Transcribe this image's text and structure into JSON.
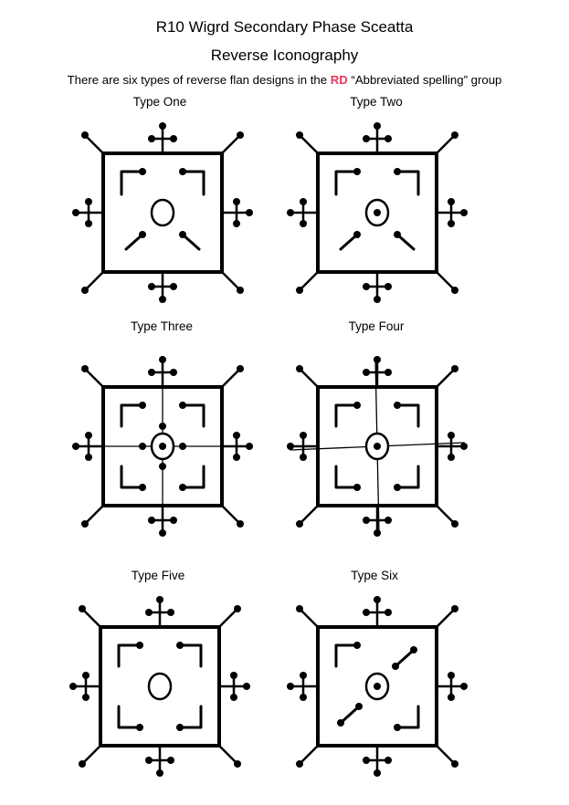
{
  "header": {
    "title": "R10 Wigrd Secondary Phase Sceatta",
    "subtitle": "Reverse Iconography",
    "intro_before": "There are six types of reverse flan designs in the ",
    "intro_highlight": "RD",
    "intro_after": " “Abbreviated spelling” group",
    "highlight_color": "#e8365d"
  },
  "types": [
    {
      "label": "Type One"
    },
    {
      "label": "Type Two"
    },
    {
      "label": "Type Three"
    },
    {
      "label": "Type Four"
    },
    {
      "label": "Type Five"
    },
    {
      "label": "Type Six"
    }
  ]
}
